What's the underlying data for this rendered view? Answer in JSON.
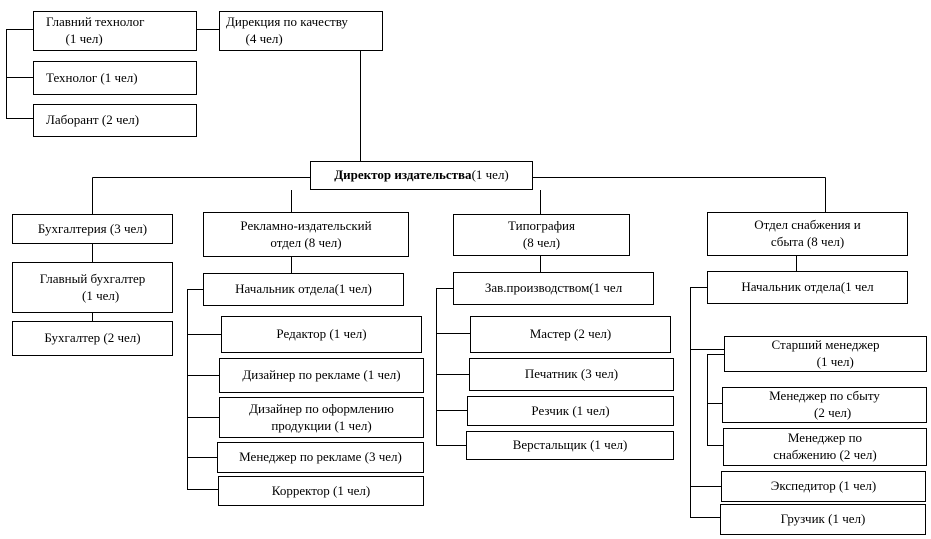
{
  "boxes": {
    "chief_technologist": "Главний технолог\n      (1 чел)",
    "technologist": "Технолог (1 чел)",
    "lab_assistant": "Лаборант (2 чел)",
    "quality_directorate": "Дирекция по качеству\n      (4 чел)",
    "director_title": "Директор издательства",
    "director_count": "(1 чел)",
    "accounting": "Бухгалтерия (3 чел)",
    "chief_accountant": "Главный бухгалтер\n     (1 чел)",
    "accountant": "Бухгалтер (2 чел)",
    "ad_dept": "Рекламно-издательский\nотдел (8 чел)",
    "ad_head": "Начальник отдела(1 чел)",
    "editor": "Редактор (1 чел)",
    "ad_designer": "Дизайнер по рекламе (1 чел)",
    "product_designer": "Дизайнер по оформлению\nпродукции (1 чел)",
    "ad_manager": "Менеджер по рекламе (3 чел)",
    "proofreader": "Корректор (1 чел)",
    "printing_house": "Типография\n(8 чел)",
    "production_head": "Зав.производством(1 чел",
    "master": "Мастер (2 чел)",
    "printer": "Печатник (3 чел)",
    "cutter": "Резчик (1 чел)",
    "typesetter": "Верстальщик (1 чел)",
    "supply_dept": "Отдел снабжения и\nсбыта (8 чел)",
    "supply_head": "Начальник отдела(1 чел",
    "senior_manager": "Старший менеджер\n      (1 чел)",
    "sales_manager": "Менеджер по сбыту\n     (2 чел)",
    "supply_manager": "Менеджер по\nснабжению (2 чел)",
    "forwarder": "Экспедитор (1 чел)",
    "loader": "Грузчик (1 чел)"
  }
}
